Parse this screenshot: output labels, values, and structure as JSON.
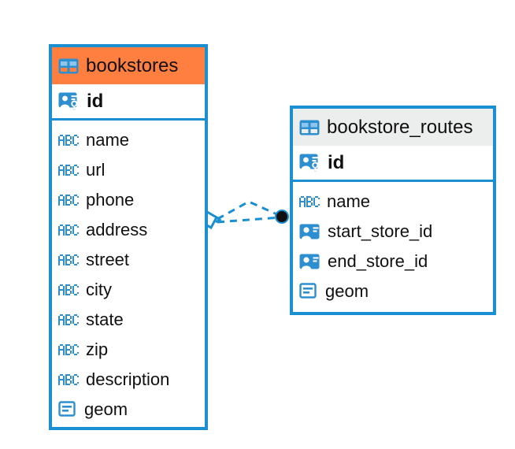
{
  "diagram": {
    "type": "entity-relationship-diagram",
    "background_color": "#ffffff",
    "accent_blue": "#1a8fd1",
    "accent_orange": "#ff7f40",
    "header_gray": "#eceded",
    "text_color": "#101010"
  },
  "entities": [
    {
      "name": "bookstores",
      "title": "bookstores",
      "header_color": "#ff7f40",
      "header_icon": "table-icon",
      "primary_key": {
        "label": "id",
        "icon": "primary-key-icon"
      },
      "fields": [
        {
          "label": "name",
          "icon": "abc-text-icon"
        },
        {
          "label": "url",
          "icon": "abc-text-icon"
        },
        {
          "label": "phone",
          "icon": "abc-text-icon"
        },
        {
          "label": "address",
          "icon": "abc-text-icon"
        },
        {
          "label": "street",
          "icon": "abc-text-icon"
        },
        {
          "label": "city",
          "icon": "abc-text-icon"
        },
        {
          "label": "state",
          "icon": "abc-text-icon"
        },
        {
          "label": "zip",
          "icon": "abc-text-icon"
        },
        {
          "label": "description",
          "icon": "abc-text-icon"
        },
        {
          "label": "geom",
          "icon": "geometry-blob-icon"
        }
      ]
    },
    {
      "name": "bookstore_routes",
      "title": "bookstore_routes",
      "header_color": "#eceded",
      "header_icon": "table-icon",
      "primary_key": {
        "label": "id",
        "icon": "primary-key-icon"
      },
      "fields": [
        {
          "label": "name",
          "icon": "abc-text-icon"
        },
        {
          "label": "start_store_id",
          "icon": "foreign-key-icon"
        },
        {
          "label": "end_store_id",
          "icon": "foreign-key-icon"
        },
        {
          "label": "geom",
          "icon": "geometry-blob-icon"
        }
      ]
    }
  ],
  "relationship": {
    "from_entity": "bookstores",
    "to_entity": "bookstore_routes",
    "from_marker": "diamond-marker",
    "to_marker": "filled-circle-marker",
    "line_style": "dashed",
    "line_color": "#1a8fd1",
    "branches": 2
  }
}
